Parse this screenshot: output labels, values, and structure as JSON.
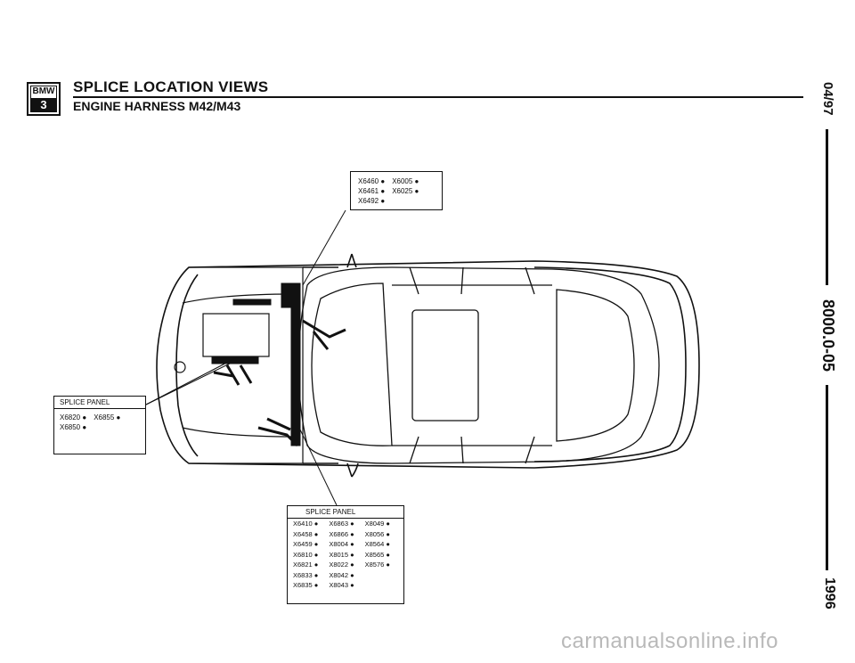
{
  "header": {
    "logo_text": "BMW",
    "logo_series": "3",
    "title": "SPLICE LOCATION VIEWS",
    "subtitle": "ENGINE HARNESS M42/M43"
  },
  "side_margin": {
    "date": "04/97",
    "page_number": "8000.0-05",
    "year": "1996"
  },
  "top_box": {
    "rows": [
      [
        "X6460 ●",
        "X6005 ●"
      ],
      [
        "X6461 ●",
        "X6025 ●"
      ],
      [
        "X6492 ●"
      ]
    ]
  },
  "left_panel": {
    "title": "SPLICE PANEL",
    "rows": [
      [
        "X6820 ●",
        "X6855 ●"
      ],
      [
        "X6850 ●"
      ]
    ]
  },
  "bottom_panel": {
    "title": "SPLICE PANEL",
    "rows": [
      [
        "X6410 ●",
        "X6863 ●",
        "X8049 ●"
      ],
      [
        "X6458 ●",
        "X6866 ●",
        "X8056 ●"
      ],
      [
        "X6459 ●",
        "X8004 ●",
        "X8564 ●"
      ],
      [
        "X6810 ●",
        "X8015 ●",
        "X8565 ●"
      ],
      [
        "X6821 ●",
        "X8022 ●",
        "X8576 ●"
      ],
      [
        "X6833 ●",
        "X8042 ●"
      ],
      [
        "X6835 ●",
        "X8043 ●"
      ]
    ]
  },
  "footer": {
    "watermark": "carmanualsonline.info"
  }
}
